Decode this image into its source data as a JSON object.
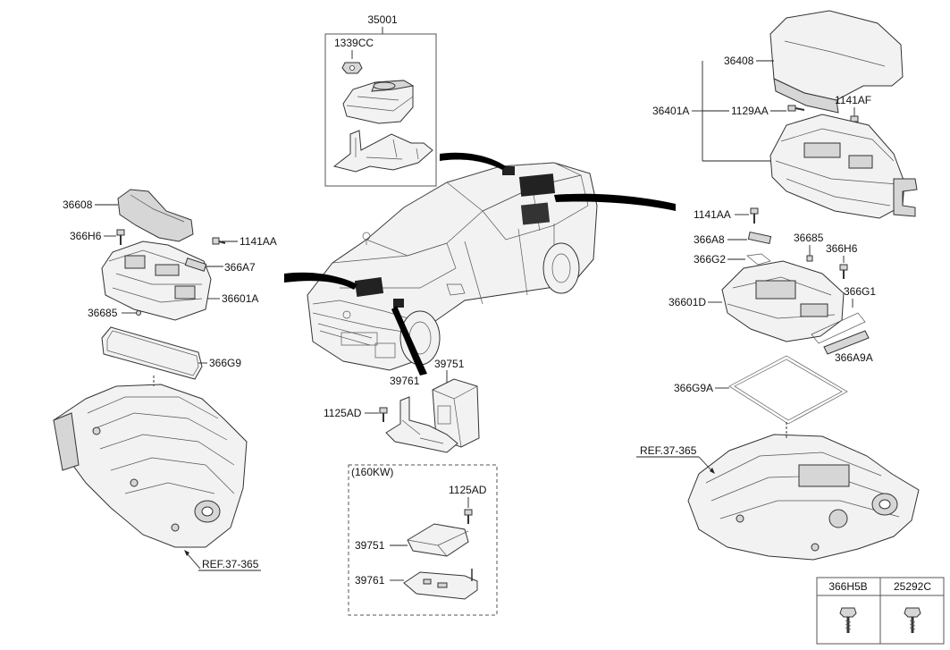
{
  "labels": {
    "top_assembly": "35001",
    "top_screw": "1339CC",
    "left_cover": "36608",
    "left_bolt_1": "366H6",
    "left_bolt_2": "1141AA",
    "left_seal": "366A7",
    "left_module": "36601A",
    "left_clip": "36685",
    "left_gasket": "366G9",
    "left_ref": "REF.37-365",
    "right_cover": "36408",
    "right_assembly": "36401A",
    "right_bolt_1": "1129AA",
    "right_bolt_2": "1141AF",
    "right_bolt_3": "1141AA",
    "right_seal_1": "366A8",
    "right_clip": "36685",
    "right_gasket_small": "366G2",
    "right_bolt_4": "366H6",
    "right_module": "36601D",
    "right_gasket_side": "366G1",
    "right_seal_2": "366A9A",
    "right_gasket": "366G9A",
    "right_ref": "REF.37-365",
    "center_ecu": "39751",
    "center_bracket": "39761",
    "center_bolt": "1125AD",
    "variant_title": "(160KW)",
    "variant_bolt": "1125AD",
    "variant_ecu": "39751",
    "variant_bracket": "39761"
  },
  "legend": {
    "col1": "366H5B",
    "col2": "25292C"
  }
}
